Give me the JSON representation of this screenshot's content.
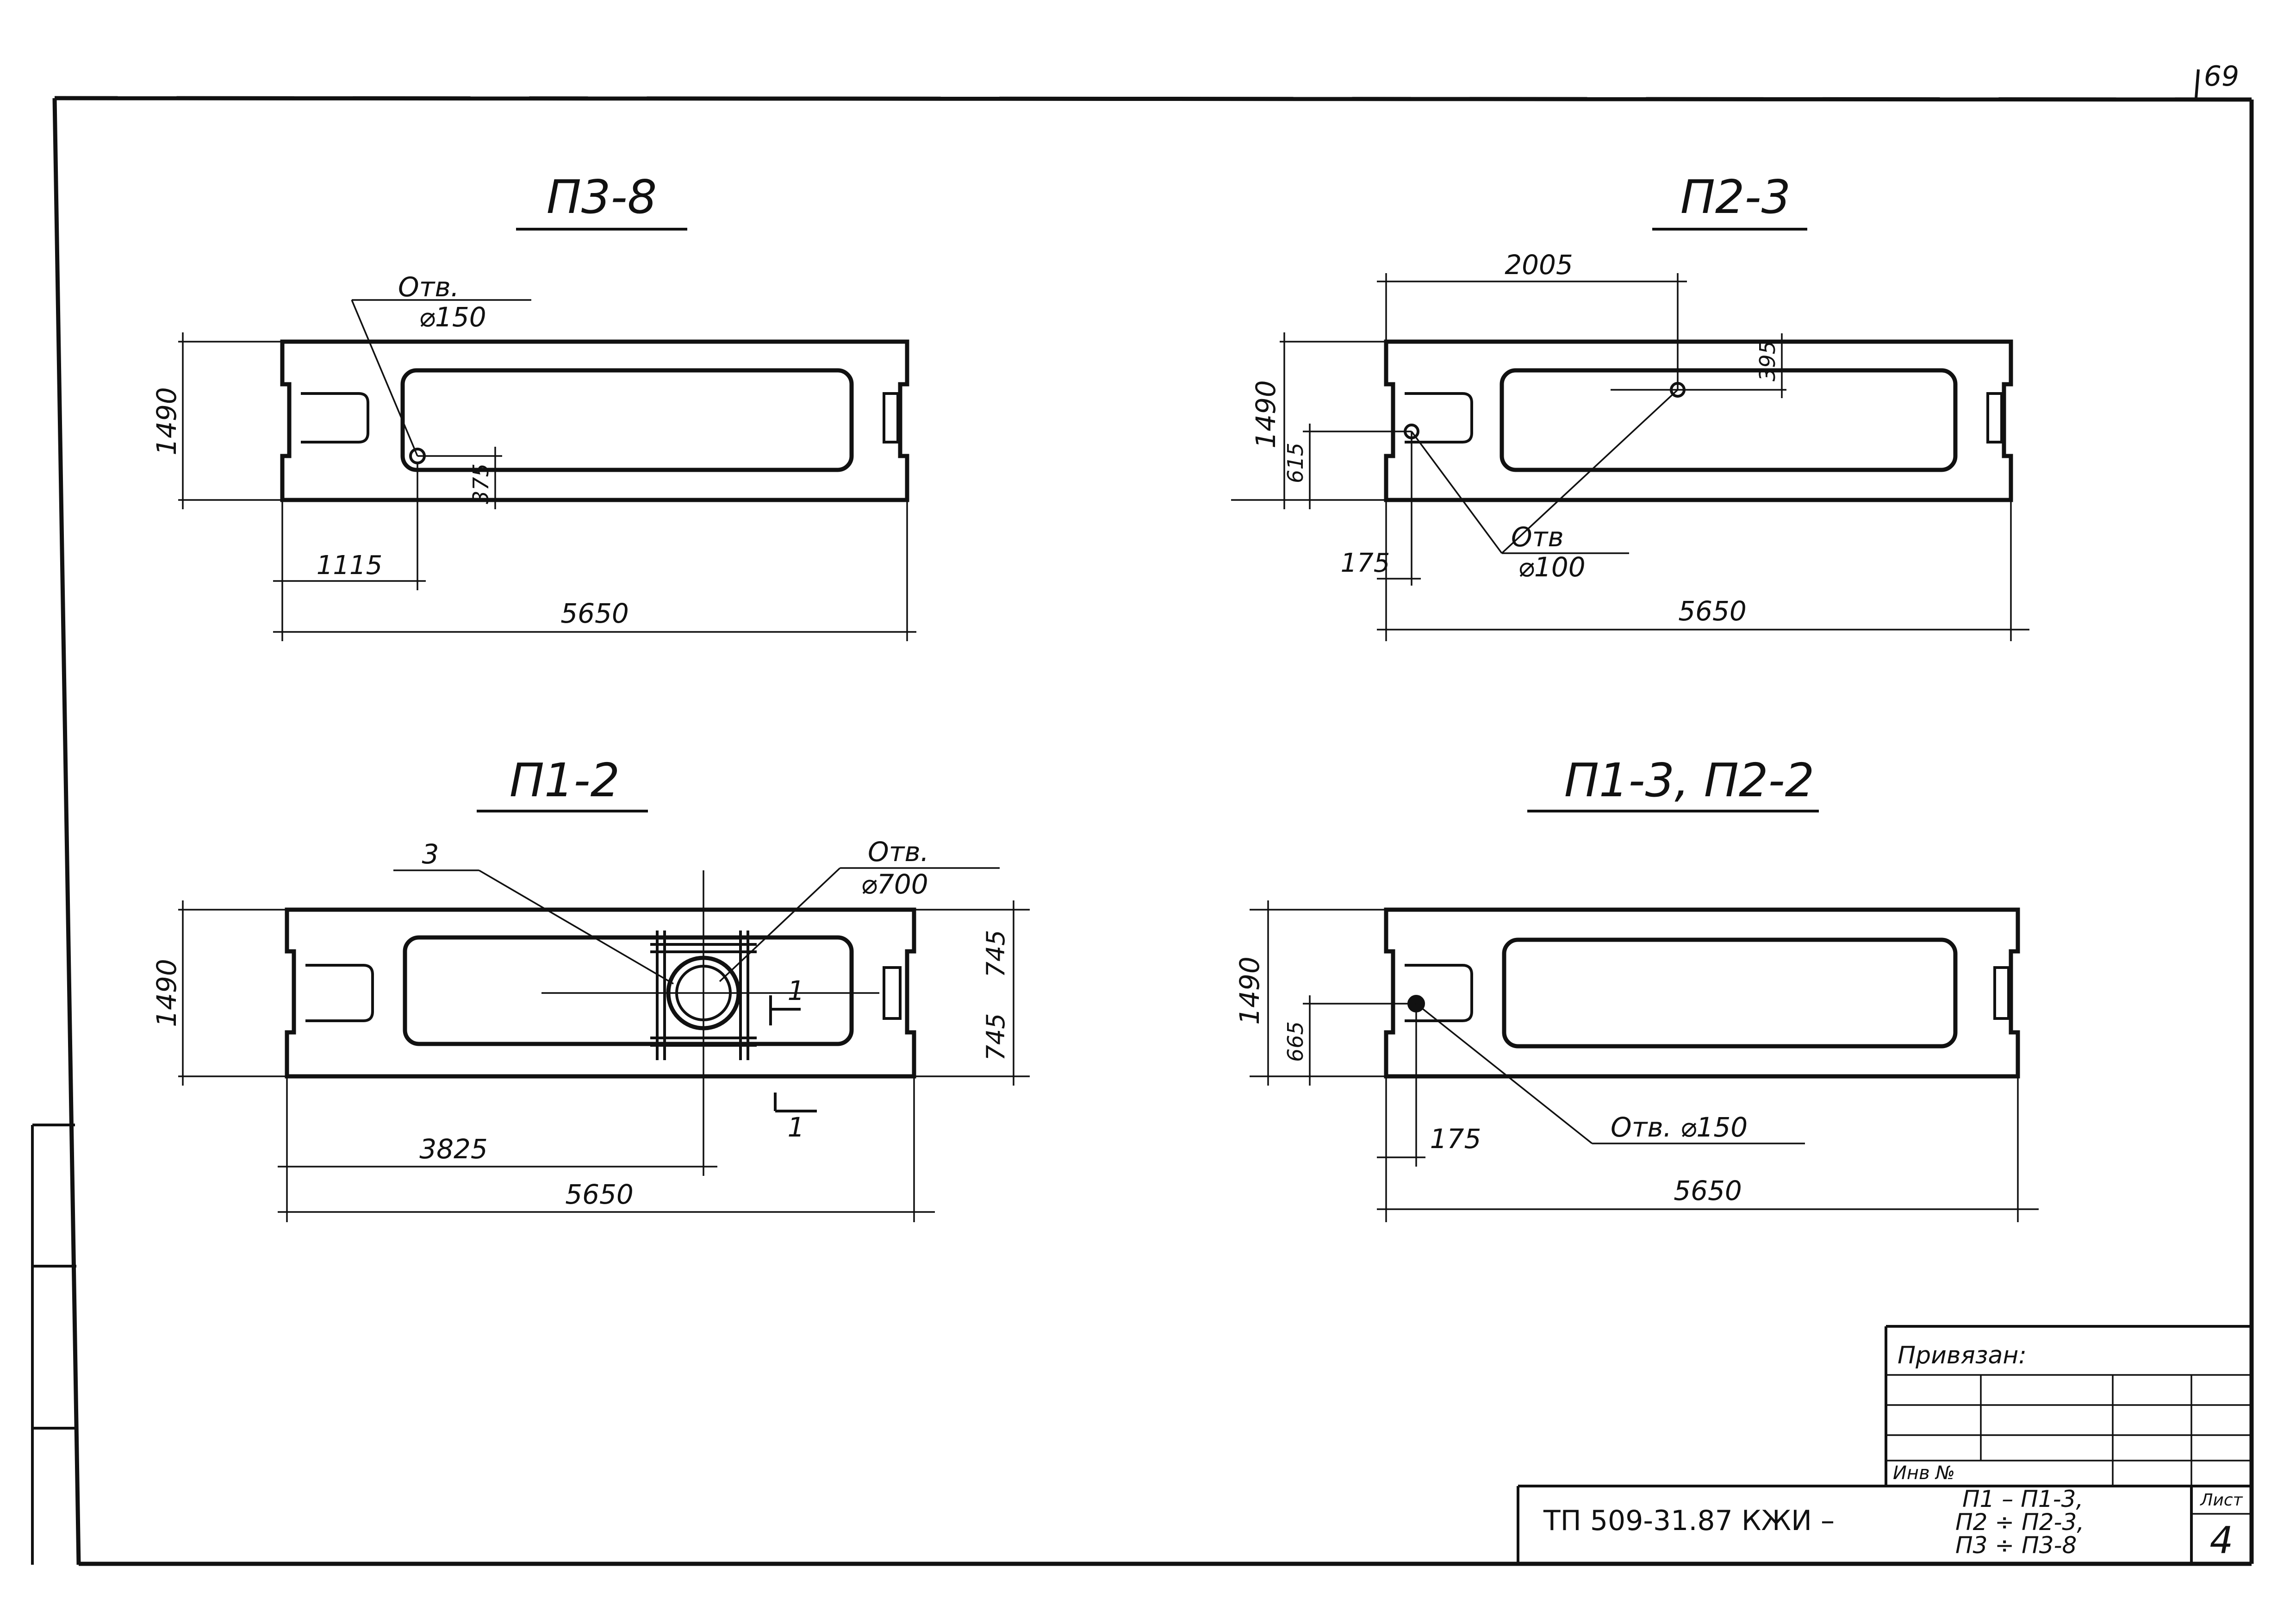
{
  "sheet": {
    "corner_number": "69",
    "ink_color": "#111111",
    "paper_color": "#ffffff"
  },
  "panels": {
    "p3_8": {
      "title": "П3-8",
      "hole_label_1": "Отв.",
      "hole_label_2": "⌀150",
      "dim_height": "1490",
      "dim_hole_x": "1115",
      "dim_hole_y": "375",
      "dim_length": "5650"
    },
    "p2_3": {
      "title": "П2-3",
      "dim_top": "2005",
      "dim_right": "395",
      "dim_height": "1490",
      "dim_left_hole": "615",
      "dim_left_offset": "175",
      "hole_label_1": "Отв",
      "hole_label_2": "⌀100",
      "dim_length": "5650"
    },
    "p1_2": {
      "title": "П1-2",
      "callout": "3",
      "hole_label_1": "Отв.",
      "hole_label_2": "⌀700",
      "dim_height": "1490",
      "dim_right_top": "745",
      "dim_right_bottom": "745",
      "section_mark_1": "1",
      "section_mark_2": "1",
      "dim_hole_x": "3825",
      "dim_length": "5650"
    },
    "p1_3_p2_2": {
      "title": "П1-3,  П2-2",
      "dim_height": "1490",
      "dim_hole_y": "665",
      "dim_hole_x": "175",
      "hole_label": "Отв. ⌀150",
      "dim_length": "5650"
    }
  },
  "title_block": {
    "bound_label": "Привязан:",
    "inv_label": "Инв №",
    "doc_code": "ТП 509-31.87 КЖИ  –",
    "scope_1": "П1 – П1-3,",
    "scope_2": "П2 ÷ П2-3,",
    "scope_3": "П3 ÷ П3-8",
    "sheet_label": "Лист",
    "sheet_number": "4"
  }
}
